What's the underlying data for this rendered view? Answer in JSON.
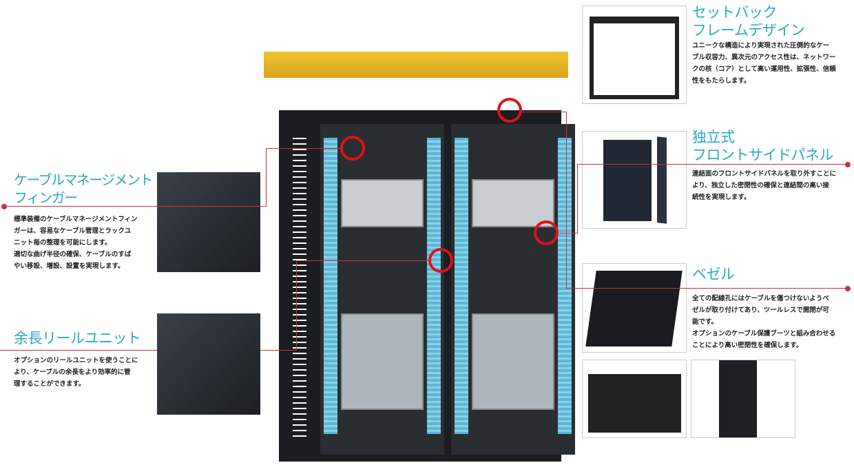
{
  "features": [
    {
      "title_line1": "ケーブルマネージメント",
      "title_line2": "フィンガー",
      "body": [
        "標準装備のケーブルマネージメントフィン",
        "ガーは、容易なケーブル管理とラックユ",
        "ニット毎の整理を可能にします。",
        "適切な曲げ半径の確保、ケーブルのすば",
        "やい移設、増設、設置を実現します。"
      ]
    },
    {
      "title_line1": "余長リールユニット",
      "body": [
        "オプションのリールユニットを使うことに",
        "より、ケーブルの余長をより効率的に管",
        "理することができます。"
      ]
    },
    {
      "title_line1": "セットバック",
      "title_line2": "フレームデザイン",
      "body": [
        "ユニークな構造により実現された圧倒的なケー",
        "ブル収容力、異次元のアクセス性は、ネットワー",
        "クの核（コア）として高い運用性、拡張性、信頼",
        "性をもたらします。"
      ]
    },
    {
      "title_line1": "独立式",
      "title_line2": "フロントサイドパネル",
      "body": [
        "連結面のフロントサイドパネルを取り外すことに",
        "より、独立した密閉性の確保と連結間の高い接",
        "続性を実現します。"
      ]
    },
    {
      "title_line1": "ベゼル",
      "body": [
        "全ての配線孔にはケーブルを傷つけないようベ",
        "ゼルが取り付けてあり、ツールレスで開閉が可",
        "能です。",
        "オプションのケーブル保護ブーツと組み合わせる",
        "ことにより高い密閉性を確保します。"
      ]
    }
  ],
  "colors": {
    "accent": "#2aa7c0",
    "leader": "#c4343c",
    "highlight": "#e0101a"
  }
}
